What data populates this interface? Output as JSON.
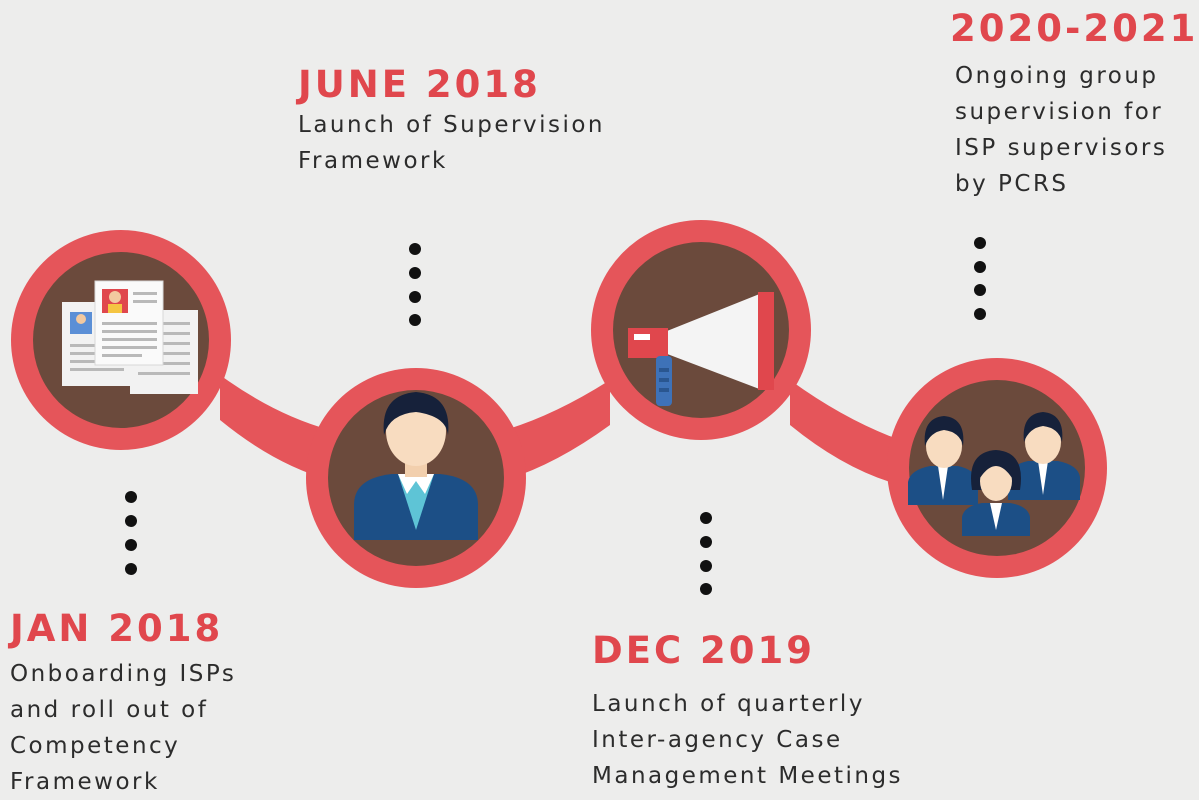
{
  "timeline": {
    "milestones": [
      {
        "date": "JAN 2018",
        "lines": [
          "Onboarding ISPs",
          "and roll out of",
          "Competency",
          "Framework"
        ],
        "icon": "documents-icon"
      },
      {
        "date": "JUNE 2018",
        "lines": [
          "Launch of Supervision",
          "Framework"
        ],
        "icon": "supervisor-icon"
      },
      {
        "date": "DEC 2019",
        "lines": [
          "Launch of quarterly",
          "Inter-agency Case",
          "Management Meetings"
        ],
        "icon": "megaphone-icon"
      },
      {
        "date": "2020-2021",
        "lines": [
          "Ongoing group",
          "supervision for",
          "ISP supervisors",
          "by PCRS"
        ],
        "icon": "group-icon"
      }
    ]
  },
  "colors": {
    "background": "#ededec",
    "ring": "#e5555a",
    "disc": "#6b4a3c",
    "date_text": "#e0474d",
    "body_text": "#2c2c2c",
    "dots": "#111111"
  }
}
